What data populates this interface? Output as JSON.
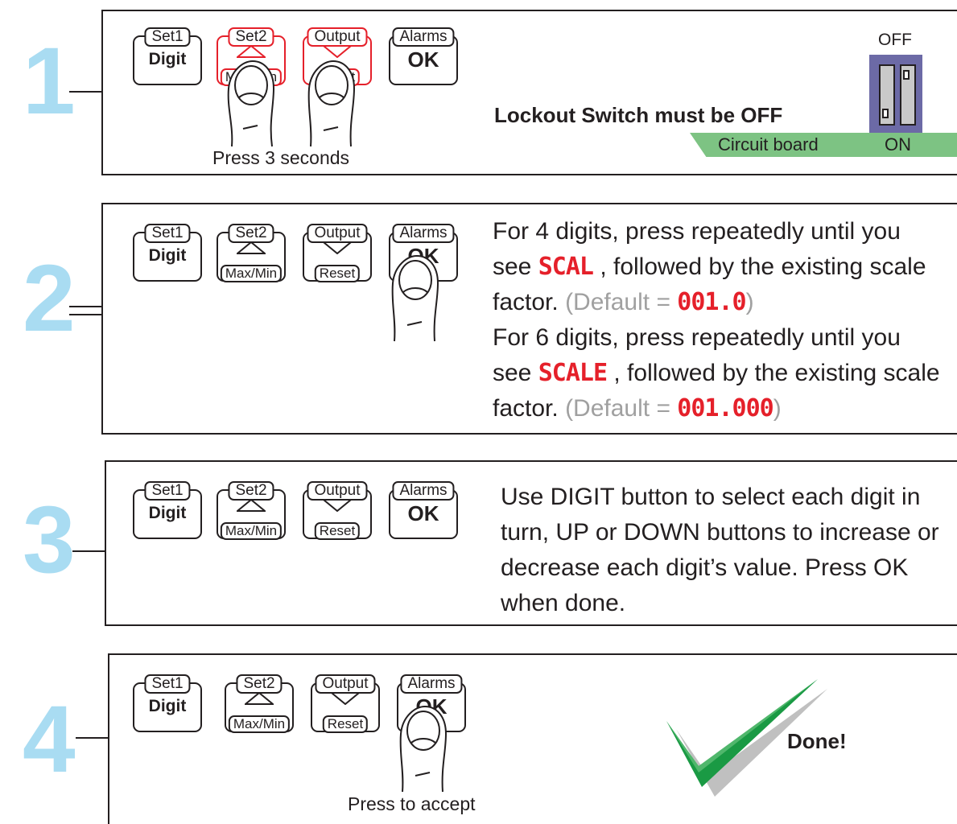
{
  "colors": {
    "step_number": "#a9dcf2",
    "highlight_red": "#e5202a",
    "circuit_green": "#7dc383",
    "switch_blue": "#6c6aa6",
    "check_green": "#1a9a44",
    "muted_gray": "#a0a0a0"
  },
  "buttons": {
    "set1": {
      "top": "Set1",
      "main": "Digit"
    },
    "set2": {
      "top": "Set2",
      "bottom": "Max/Min"
    },
    "output": {
      "top": "Output",
      "bottom": "Reset"
    },
    "alarms": {
      "top": "Alarms",
      "main": "OK"
    }
  },
  "steps": [
    {
      "number": "1",
      "caption": "Press 3 seconds",
      "text": "Lockout Switch must be OFF",
      "switch_off": "OFF",
      "switch_on": "ON",
      "board": "Circuit board"
    },
    {
      "number": "2",
      "line1": "For 4 digits, press repeatedly until you",
      "line2a": "see",
      "seg4": "SCAL",
      "line2b": ", followed by the existing scale",
      "line3a": "factor.",
      "default4a": "(Default = ",
      "default4val": "001.0",
      "default4b": ")",
      "line4": "For 6 digits, press repeatedly until you",
      "line5a": "see",
      "seg6": "SCALE",
      "line5b": ", followed by the existing scale",
      "line6a": "factor.",
      "default6a": "(Default = ",
      "default6val": "001.000",
      "default6b": ")"
    },
    {
      "number": "3",
      "text": "Use DIGIT button to select each digit in turn, UP or DOWN buttons to increase or decrease each digit’s value. Press OK when done."
    },
    {
      "number": "4",
      "caption": "Press to accept",
      "done": "Done!"
    }
  ]
}
